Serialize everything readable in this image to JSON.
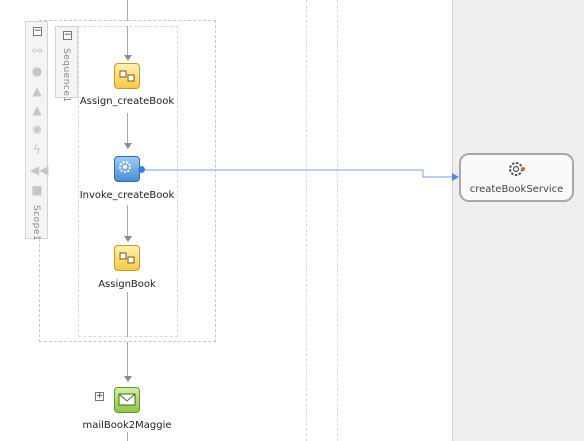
{
  "scope": {
    "label": "Scope1",
    "collapse_glyph": "−"
  },
  "sequence": {
    "label": "Sequence1",
    "collapse_glyph": "−"
  },
  "activities": [
    {
      "label": "Assign_createBook",
      "icon": "assign-icon"
    },
    {
      "label": "Invoke_createBook",
      "icon": "invoke-gear-icon"
    },
    {
      "label": "AssignBook",
      "icon": "assign-icon"
    },
    {
      "label": "mailBook2Maggie",
      "icon": "email-icon",
      "expand_glyph": "+"
    }
  ],
  "partner_link": {
    "label": "createBookService",
    "icon": "gear-cog-icon"
  },
  "palette_icons": [
    "compensate-icon",
    "gear-icon",
    "warning-icon",
    "triangle-icon",
    "cog-icon",
    "lightning-icon",
    "rewind-icon",
    "box-icon"
  ],
  "colors": {
    "connector": "#7aa0e8",
    "assign": "#f6c94a",
    "invoke": "#4a8fd6",
    "email": "#8cc545"
  }
}
